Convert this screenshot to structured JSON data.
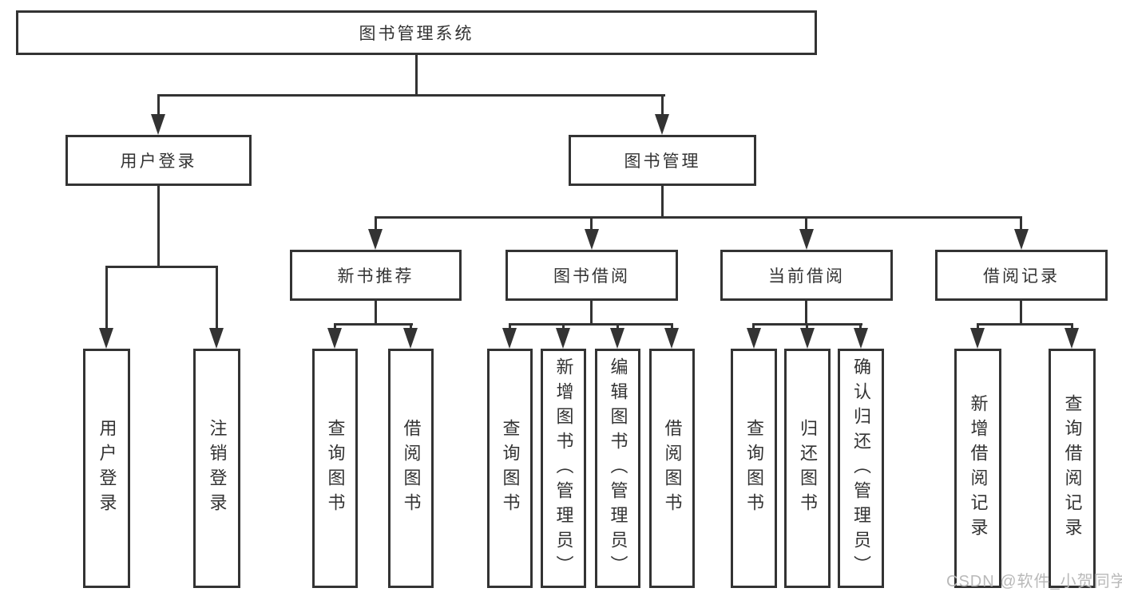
{
  "diagram": {
    "root": {
      "label": "图书管理系统",
      "children": [
        {
          "label": "用户登录",
          "children": [
            {
              "label": "用户登录"
            },
            {
              "label": "注销登录"
            }
          ]
        },
        {
          "label": "图书管理",
          "children": [
            {
              "label": "新书推荐",
              "children": [
                {
                  "label": "查询图书"
                },
                {
                  "label": "借阅图书"
                }
              ]
            },
            {
              "label": "图书借阅",
              "children": [
                {
                  "label": "查询图书"
                },
                {
                  "label": "新增图书（管理员）"
                },
                {
                  "label": "编辑图书（管理员）"
                },
                {
                  "label": "借阅图书"
                }
              ]
            },
            {
              "label": "当前借阅",
              "children": [
                {
                  "label": "查询图书"
                },
                {
                  "label": "归还图书"
                },
                {
                  "label": "确认归还（管理员）"
                }
              ]
            },
            {
              "label": "借阅记录",
              "children": [
                {
                  "label": "新增借阅记录"
                },
                {
                  "label": "查询借阅记录"
                }
              ]
            }
          ]
        }
      ]
    },
    "watermark": "CSDN @软件_小贺同学",
    "colors": {
      "line": "#333333",
      "text": "#333333",
      "box_background": "#ffffff",
      "watermark": "#b9b9b9"
    }
  }
}
